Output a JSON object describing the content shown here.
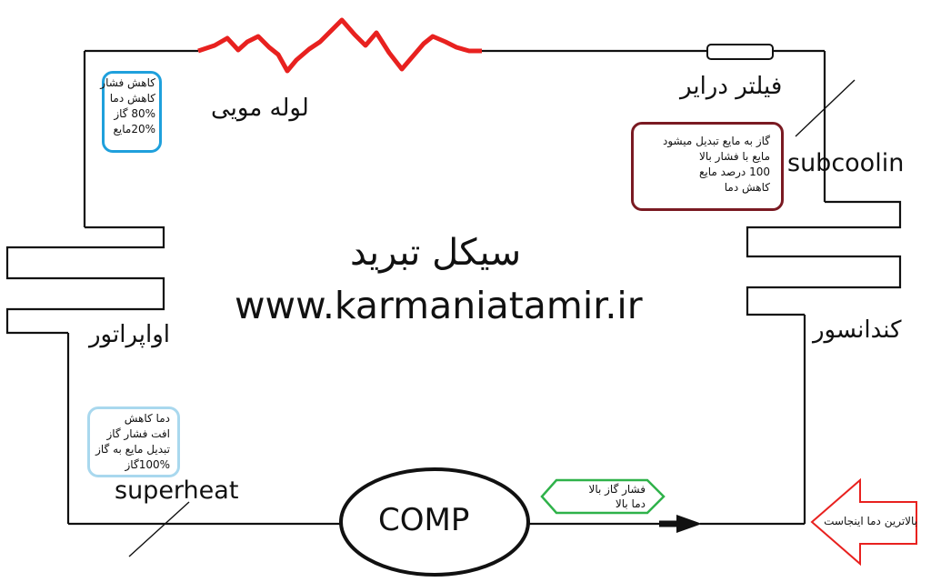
{
  "title": "سیکل تبرید",
  "website": "www.karmaniatamir.ir",
  "components": {
    "capillary": "لوله مویی",
    "filter_dryer": "فیلتر درایر",
    "subcooling": "subcoolin",
    "condenser": "کندانسور",
    "evaporator": "اواپراتور",
    "superheat": "superheat",
    "compressor": "COMP"
  },
  "notes": {
    "capillary_box": [
      "کاهش فشار",
      "کاهش دما",
      "80% گاز",
      "20%مایع"
    ],
    "condenser_box": [
      "گاز به مایع تبدیل میشود",
      "مایع با فشار بالا",
      "100 درصد مایع",
      "کاهش دما"
    ],
    "evaporator_box": [
      "دما کاهش",
      "افت فشار گاز",
      "تبدیل مایع به گاز",
      "100%گاز"
    ],
    "discharge_box": [
      "فشار گاز بالا",
      "دما بالا"
    ],
    "arrow_note": "بالاترین دما اینجاست"
  },
  "colors": {
    "capillary": "#e8211f",
    "capillary_box": "#1fa0dc",
    "condenser_box": "#7a1a22",
    "evaporator_box": "#a9d8ee",
    "discharge_box": "#2fb24a",
    "arrow_note": "#e8211f",
    "lines": "#111111"
  }
}
